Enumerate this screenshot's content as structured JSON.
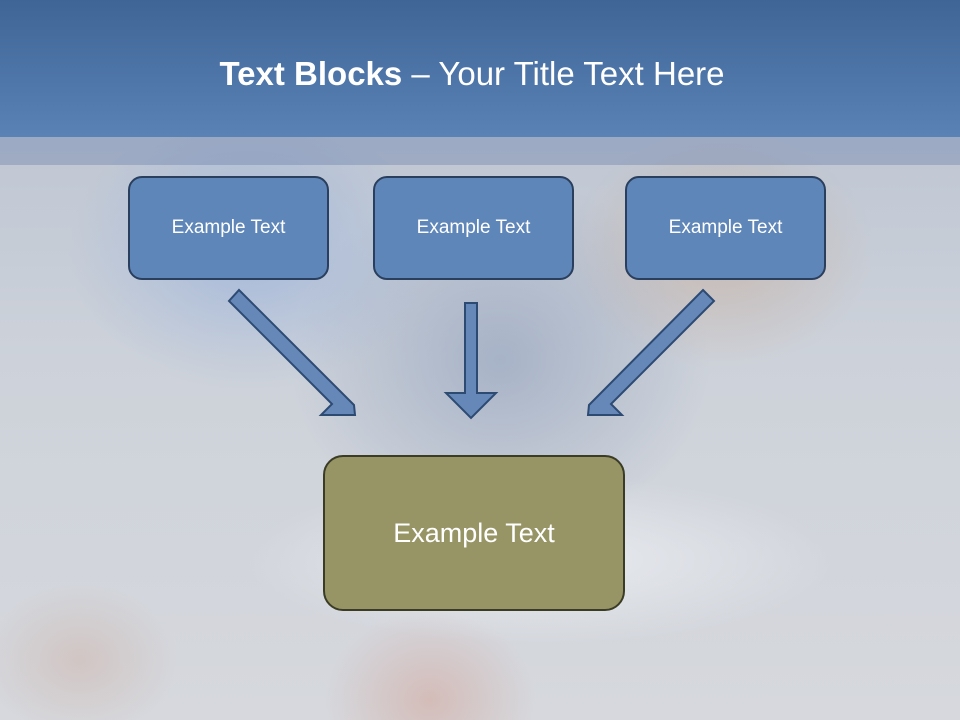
{
  "slide": {
    "title_bold": "Text Blocks",
    "title_separator": " – ",
    "title_rest": "Your Title Text Here"
  },
  "blocks": [
    {
      "label": "Example Text"
    },
    {
      "label": "Example Text"
    },
    {
      "label": "Example Text"
    }
  ],
  "target": {
    "label": "Example Text"
  },
  "colors": {
    "header": "#4a70a3",
    "block_fill": "#5f86b8",
    "target_fill": "#979565",
    "arrow_fill": "#6588b8"
  }
}
